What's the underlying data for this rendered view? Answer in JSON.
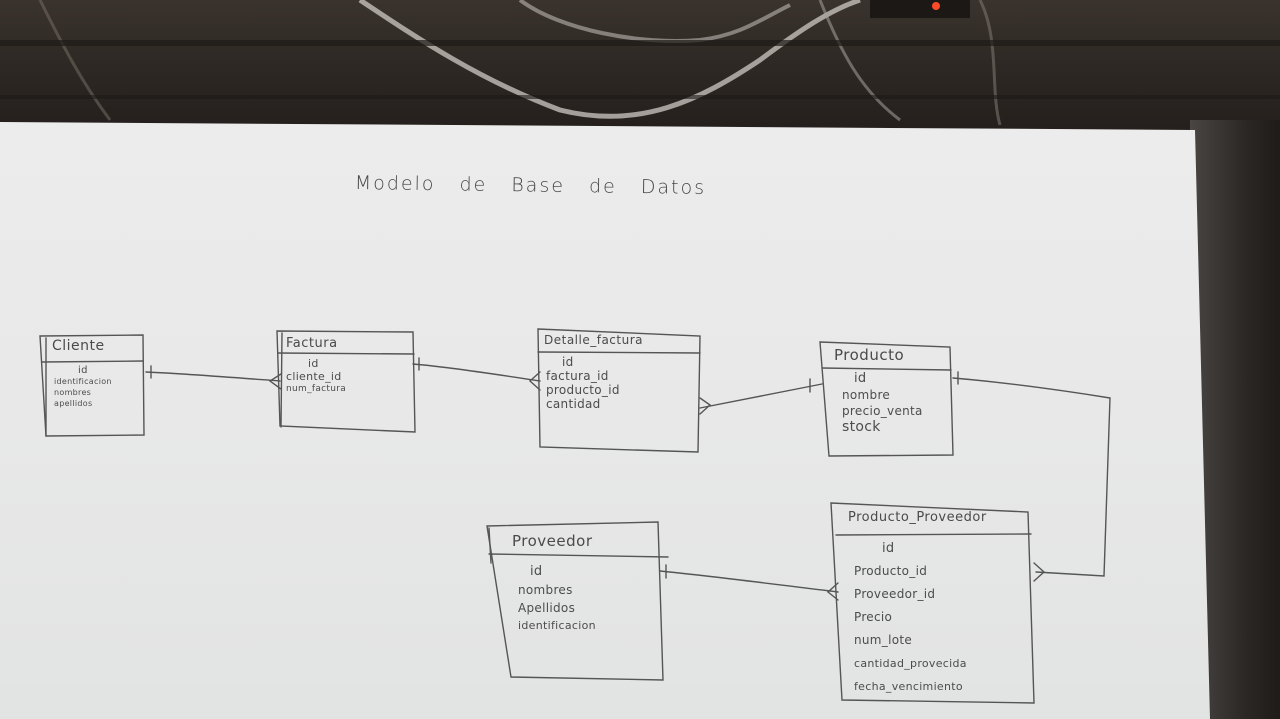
{
  "title": "Modelo de Base de Datos",
  "entities": {
    "cliente": {
      "name": "Cliente",
      "fields": [
        "id",
        "identificacion",
        "nombres",
        "apellidos"
      ]
    },
    "factura": {
      "name": "Factura",
      "fields": [
        "id",
        "cliente_id",
        "num_factura"
      ]
    },
    "detalle_factura": {
      "name": "Detalle_factura",
      "fields": [
        "id",
        "factura_id",
        "producto_id",
        "cantidad"
      ]
    },
    "producto": {
      "name": "Producto",
      "fields": [
        "id",
        "nombre",
        "precio_venta",
        "stock"
      ]
    },
    "proveedor": {
      "name": "Proveedor",
      "fields": [
        "id",
        "nombres",
        "Apellidos",
        "identificacion"
      ]
    },
    "producto_proveedor": {
      "name": "Producto_Proveedor",
      "fields": [
        "id",
        "Producto_id",
        "Proveedor_id",
        "Precio",
        "num_lote",
        "cantidad_provecida",
        "fecha_vencimiento"
      ]
    }
  }
}
